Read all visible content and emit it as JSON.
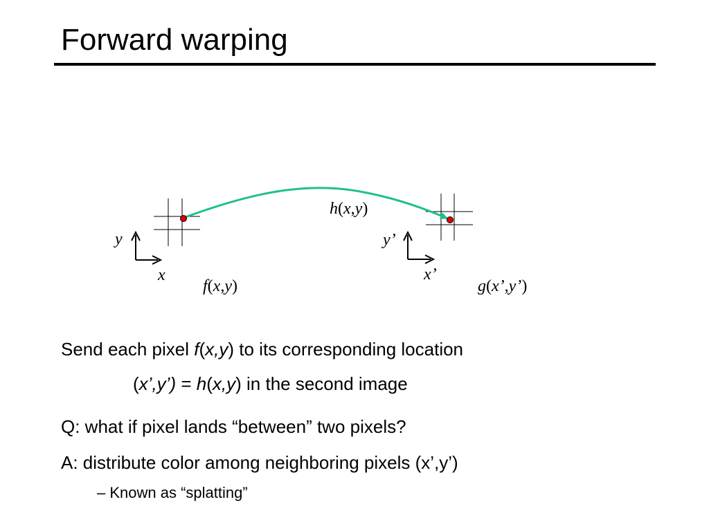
{
  "slide": {
    "title": "Forward warping"
  },
  "diagram": {
    "source_y_label": "y",
    "source_x_label": "x",
    "source_image_label": {
      "f": "f",
      "open": "(",
      "x": "x",
      "comma": ",",
      "y": "y",
      "close": ")"
    },
    "dest_y_label": "y’",
    "dest_x_label": "x’",
    "dest_image_label": {
      "g": "g",
      "open": "(",
      "x": "x’",
      "comma": ",",
      "y": "y’",
      "close": ")"
    },
    "mapping_label": {
      "h": "h",
      "open": "(",
      "x": "x",
      "comma": ",",
      "y": "y",
      "close": ")"
    },
    "colors": {
      "arrow": "#1fbf8f",
      "pixel": "#e00000",
      "grid": "#000000"
    }
  },
  "bullets": {
    "line1": {
      "a": "Send each pixel ",
      "f": "f",
      "p1": "(",
      "xy": "x,y",
      "p2": ") to its corresponding location"
    },
    "line2": {
      "p1": "(",
      "xy2": "x’,y’)",
      "eq": " = ",
      "h": "h",
      "p2": "(",
      "xy": "x,y",
      "p3": ") in the second image"
    },
    "q": "Q:  what if pixel lands “between” two pixels?",
    "a": "A:  distribute color among neighboring pixels (x’,y’)",
    "sub": "–  Known as “splatting”"
  }
}
